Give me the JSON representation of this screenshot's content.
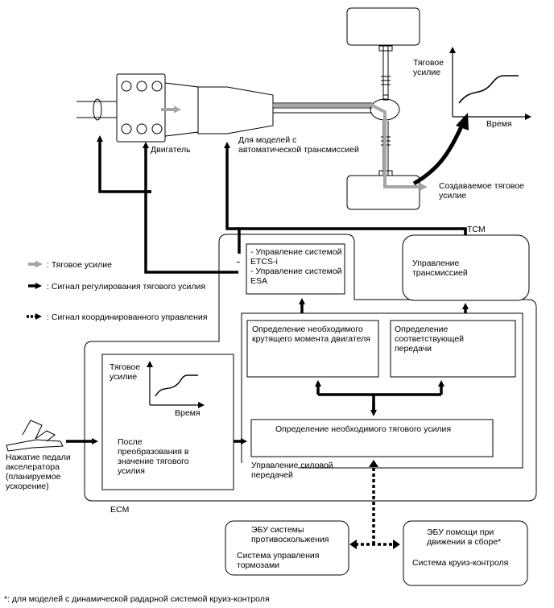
{
  "drivetrain": {
    "engine_label": "Двигатель",
    "transmission_label": "Для моделей с\nавтоматической трансмиссией",
    "created_traction": "Создаваемое тяговое\nусилие"
  },
  "top_graph": {
    "ylabel": "Тяговое\nусилие",
    "xlabel": "Время"
  },
  "legend": {
    "traction": ": Тяговое усилие",
    "control_signal": ": Сигнал регулирования тягового усилия",
    "coord_signal": ": Сигнал координированного управления"
  },
  "ecm": {
    "label": "ECM",
    "box1": "- Управление системой\nETCS-i\n- Управление системой\nESA",
    "torque": "Определение необходимого\nкрутящего момента двигателя",
    "gear": "Определение\nсоответствующей\nпередачи",
    "traction_def": "Определение необходимого тягового усилия",
    "powertrain": "Управление силовой\nпередачей",
    "convert": "После\nпреобразования в\nзначение тягового\nусилия",
    "graph_ylabel": "Тяговое\nусилие",
    "graph_xlabel": "Время"
  },
  "tcm": {
    "label": "TCM",
    "content": "Управление\nтрансмиссией"
  },
  "pedal": "Нажатие педали\nакселератора\n(планируемое\nускорение)",
  "brake": {
    "title": "ЭБУ системы\nпротивоскольжения",
    "system": "Система управления\nтормозами"
  },
  "cruise": {
    "title": "ЭБУ помощи при\nдвижении в сборе*",
    "system": "Система круиз-контроля"
  },
  "footnote": "*: для моделей с динамической радарной системой круиз-контроля",
  "colors": {
    "traction_arrow": "#a6a6a6",
    "signal_arrow": "#000000"
  }
}
